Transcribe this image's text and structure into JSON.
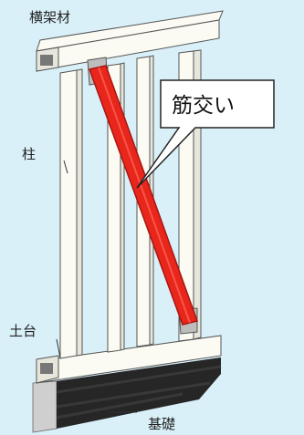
{
  "labels": {
    "top_beam": "横架材",
    "post": "柱",
    "sill": "土台",
    "foundation": "基礎",
    "brace": "筋交い"
  },
  "colors": {
    "background": "#d9f0f8",
    "wood": "#fbfbf4",
    "wood_shade": "#e6e6dc",
    "line": "#555555",
    "brace": "#e8261c",
    "brace_dark": "#a81510",
    "foundation": "#2b2b2b",
    "callout_fill": "#ffffff"
  }
}
